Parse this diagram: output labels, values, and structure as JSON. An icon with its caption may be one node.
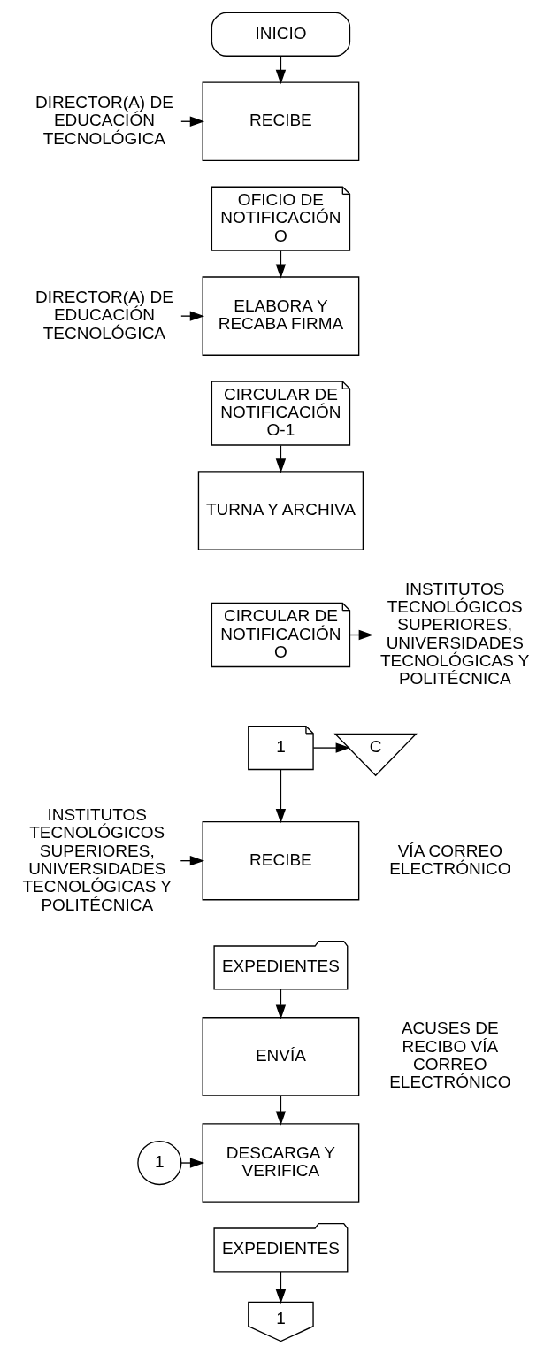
{
  "diagram": {
    "nodes": [
      {
        "text": [
          "INICIO"
        ]
      },
      {
        "text": [
          "DIRECTOR(A) DE EDUCACIÓN TECNOLÓGICA"
        ]
      },
      {
        "text": [
          "RECIBE"
        ]
      },
      {
        "text": [
          "OFICIO DE NOTIFICACIÓN",
          "O"
        ]
      },
      {
        "text": [
          "DIRECTOR(A) DE EDUCACIÓN TECNOLÓGICA"
        ]
      },
      {
        "text": [
          "ELABORA Y RECABA FIRMA"
        ]
      },
      {
        "text": [
          "CIRCULAR DE NOTIFICACIÓN",
          "O-1"
        ]
      },
      {
        "text": [
          "TURNA Y ARCHIVA"
        ]
      },
      {
        "text": [
          "CIRCULAR DE NOTIFICACIÓN",
          "O"
        ]
      },
      {
        "text": [
          "1"
        ]
      },
      {
        "text": [
          "INSTITUTOS TECNOLÓGICOS SUPERIORES, UNIVERSIDADES TECNOLÓGICAS Y POLITÉCNICA"
        ]
      },
      {
        "text": [
          "C"
        ]
      },
      {
        "text": [
          "INSTITUTOS TECNOLÓGICOS SUPERIORES, UNIVERSIDADES TECNOLÓGICAS Y POLITÉCNICA"
        ]
      },
      {
        "text": [
          "RECIBE"
        ]
      },
      {
        "text": [
          "EXPEDIENTES"
        ]
      },
      {
        "text": [
          "ENVÍA"
        ]
      },
      {
        "text": [
          "1"
        ]
      },
      {
        "text": [
          "DESCARGA Y VERIFICA"
        ]
      },
      {
        "text": [
          "EXPEDIENTES"
        ]
      },
      {
        "text": [
          "1"
        ]
      }
    ],
    "edges": [
      {
        "from": 0,
        "to": 2,
        "arrow": "to"
      },
      {
        "from": 1,
        "to": 2,
        "arrow": "to"
      },
      {
        "from": 3,
        "to": 5,
        "arrow": "to"
      },
      {
        "from": 4,
        "to": 5,
        "arrow": "to"
      },
      {
        "from": 6,
        "to": 7,
        "arrow": "to"
      },
      {
        "from": 8,
        "to": 10,
        "arrow": "to"
      },
      {
        "from": 9,
        "to": 11,
        "arrow": "to"
      },
      {
        "from": 9,
        "to": 13,
        "arrow": "to"
      },
      {
        "from": 12,
        "to": 13,
        "arrow": "to"
      },
      {
        "from": 14,
        "to": 15,
        "arrow": "to"
      },
      {
        "from": 15,
        "to": 17,
        "arrow": "to"
      },
      {
        "from": 16,
        "to": 17,
        "arrow": "to"
      },
      {
        "from": 18,
        "to": 19,
        "arrow": "to"
      }
    ],
    "labels": [
      "VÍA CORREO ELECTRÓNICO",
      "ACUSES DE RECIBO VÍA CORREO ELECTRÓNICO"
    ]
  }
}
